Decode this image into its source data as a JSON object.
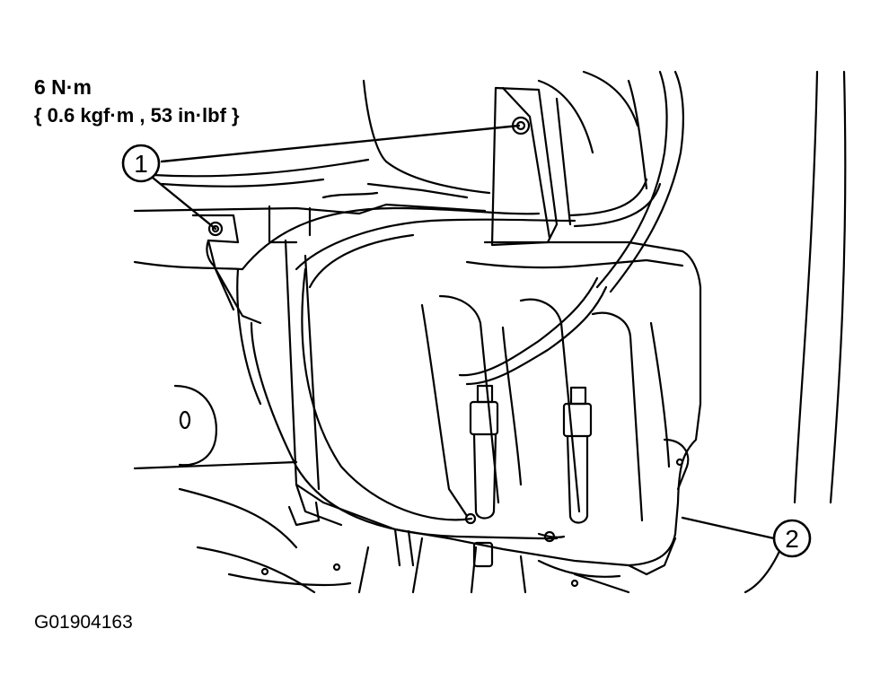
{
  "torque_spec": {
    "value": "6 N·m",
    "conversion": "{ 0.6 kgf·m , 53 in·lbf }"
  },
  "callouts": [
    {
      "number": "1"
    },
    {
      "number": "2"
    }
  ],
  "figure_code": "G01904163"
}
